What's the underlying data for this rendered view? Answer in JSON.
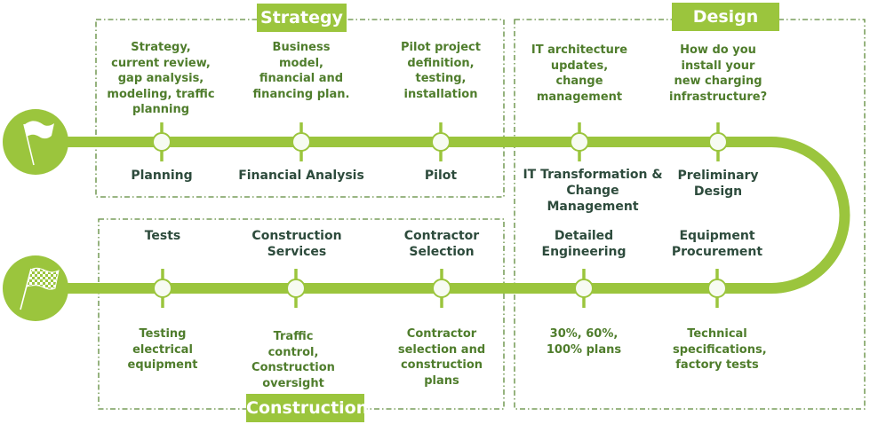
{
  "colors": {
    "accent": "#9bc53d",
    "title_text": "#2d4b3c",
    "desc_text": "#4f7d2c",
    "border": "#5e8a3a",
    "node_fill": "#f7fbf2"
  },
  "phases": {
    "strategy": "Strategy",
    "design": "Design",
    "construction": "Construction"
  },
  "icons": {
    "start": "white-flag-icon",
    "finish": "checkered-flag-icon"
  },
  "top_row": [
    {
      "title": "Planning",
      "description": "Strategy, current review, gap analysis, modeling, traffic planning"
    },
    {
      "title": "Financial Analysis",
      "description": "Business model, financial and financing plan."
    },
    {
      "title": "Pilot",
      "description": "Pilot project definition, testing, installation"
    },
    {
      "title": "IT Transformation & Change Management",
      "description": "IT architecture updates, change management"
    },
    {
      "title": "Preliminary Design",
      "description": "How do you install your new charging infrastructure?"
    }
  ],
  "bottom_row": [
    {
      "title": "Tests",
      "description": "Testing electrical equipment"
    },
    {
      "title": "Construction Services",
      "description": "Traffic control, Construction oversight"
    },
    {
      "title": "Contractor Selection",
      "description": "Contractor selection and construction plans"
    },
    {
      "title": "Detailed Engineering",
      "description": "30%, 60%, 100% plans"
    },
    {
      "title": "Equipment Procurement",
      "description": "Technical specifications, factory tests"
    }
  ]
}
